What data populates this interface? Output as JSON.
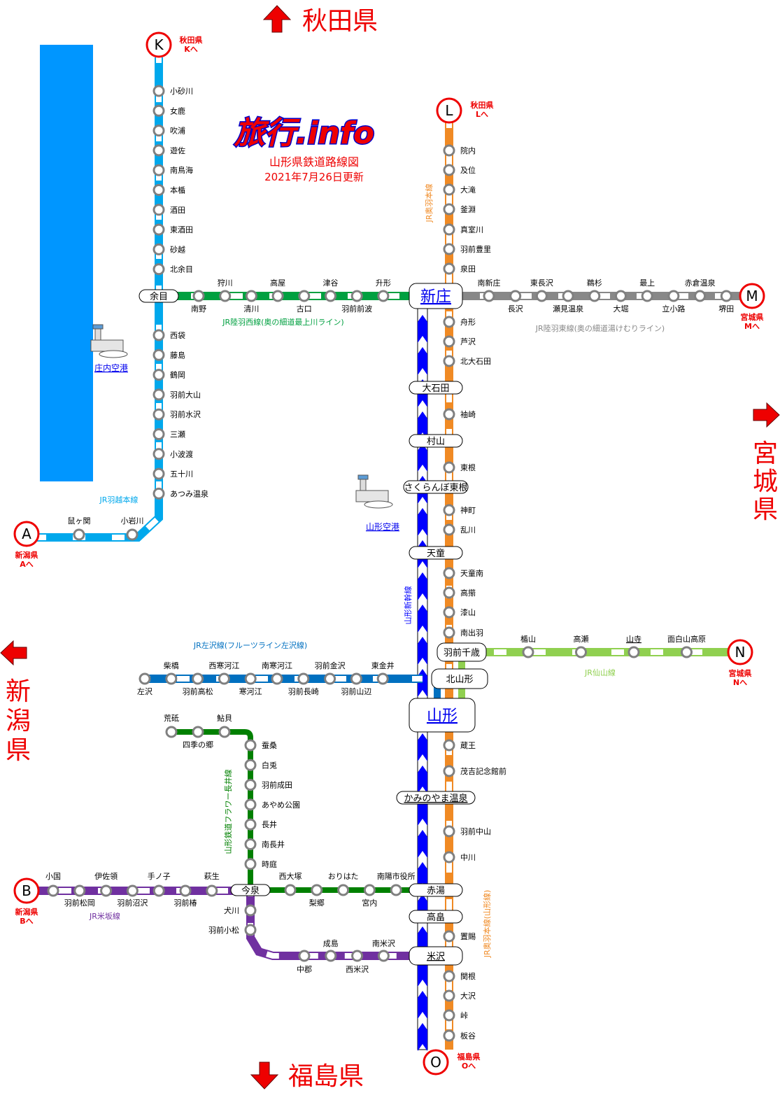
{
  "title": {
    "logo_text": "旅行.info",
    "subtitle": "山形県鉄道路線図",
    "updated": "2021年7月26日更新"
  },
  "directions": {
    "north": "秋田県",
    "east": "宮城県",
    "west": "新潟県",
    "south": "福島県"
  },
  "colors": {
    "uetsu": "#00a8ec",
    "rikuu_west": "#00a040",
    "rikuu_east": "#888888",
    "ou": "#f08a24",
    "shinkansen": "#0000ff",
    "aterazawa": "#0070c0",
    "senzan": "#90d050",
    "flower_nagai": "#008000",
    "yonesaka": "#7030a0",
    "accent_red": "#ee0000",
    "link_blue": "#0000ee",
    "sea": "#0096ff"
  },
  "exits": [
    {
      "letter": "K",
      "pref": "秋田県",
      "to": "Kへ"
    },
    {
      "letter": "L",
      "pref": "秋田県",
      "to": "Lへ"
    },
    {
      "letter": "M",
      "pref": "宮城県",
      "to": "Mへ"
    },
    {
      "letter": "N",
      "pref": "宮城県",
      "to": "Nへ"
    },
    {
      "letter": "A",
      "pref": "新潟県",
      "to": "Aへ"
    },
    {
      "letter": "B",
      "pref": "新潟県",
      "to": "Bへ"
    },
    {
      "letter": "O",
      "pref": "福島県",
      "to": "Oへ"
    }
  ],
  "hubs": {
    "amarume": "余目",
    "shinjo": "新庄",
    "oishida": "大石田",
    "murayama": "村山",
    "sakuranbo": "さくらんぼ東根",
    "tendo": "天童",
    "uzenchitose": "羽前千歳",
    "kitayamagata": "北山形",
    "yamagata": "山形",
    "kaminoyama": "かみのやま温泉",
    "akayu": "赤湯",
    "takahata": "高畠",
    "yonezawa": "米沢",
    "imaizumi": "今泉"
  },
  "airports": [
    {
      "name": "庄内空港"
    },
    {
      "name": "山形空港"
    }
  ],
  "lines": {
    "uetsu": {
      "name": "JR羽越本線",
      "north": [
        "小砂川",
        "女鹿",
        "吹浦",
        "遊佐",
        "南鳥海",
        "本楯",
        "酒田",
        "東酒田",
        "砂越",
        "北余目"
      ],
      "south": [
        "西袋",
        "藤島",
        "鶴岡",
        "羽前大山",
        "羽前水沢",
        "三瀬",
        "小波渡",
        "五十川",
        "あつみ温泉"
      ],
      "bottom": [
        "小岩川",
        "鼠ヶ関"
      ]
    },
    "rikuu_west": {
      "name": "JR陸羽西線(奥の細道最上川ライン)",
      "stations": [
        "南野",
        "狩川",
        "清川",
        "高屋",
        "古口",
        "津谷",
        "羽前前波",
        "升形"
      ]
    },
    "rikuu_east": {
      "name": "JR陸羽東線(奥の細道湯けむりライン)",
      "stations": [
        "南新庄",
        "長沢",
        "東長沢",
        "瀬見温泉",
        "鵜杉",
        "大堀",
        "最上",
        "立小路",
        "赤倉温泉",
        "堺田"
      ]
    },
    "ou": {
      "name": "JR奥羽本線",
      "name_yamagata": "JR奥羽本線(山形線)",
      "north": [
        "院内",
        "及位",
        "大滝",
        "釜淵",
        "真室川",
        "羽前豊里",
        "泉田"
      ],
      "s1": [
        "舟形",
        "芦沢",
        "北大石田"
      ],
      "s2": [
        "袖崎"
      ],
      "s3": [
        "東根"
      ],
      "s4": [
        "神町",
        "乱川"
      ],
      "s5": [
        "天童南",
        "高擶",
        "漆山",
        "南出羽"
      ],
      "s6": [
        "蔵王",
        "茂吉記念館前"
      ],
      "s7": [
        "羽前中山",
        "中川"
      ],
      "s8": [
        "置賜"
      ],
      "s9": [
        "関根",
        "大沢",
        "峠",
        "板谷"
      ]
    },
    "shinkansen": {
      "name": "山形新幹線"
    },
    "aterazawa": {
      "name": "JR左沢線(フルーツライン左沢線)",
      "stations": [
        "左沢",
        "柴橋",
        "羽前高松",
        "西寒河江",
        "寒河江",
        "南寒河江",
        "羽前長崎",
        "羽前金沢",
        "羽前山辺",
        "東金井"
      ]
    },
    "senzan": {
      "name": "JR仙山線",
      "stations": [
        "楯山",
        "高瀬",
        "山寺",
        "面白山高原"
      ]
    },
    "flower_nagai": {
      "name": "山形鉄道フラワー長井線",
      "top": [
        "荒砥",
        "四季の郷",
        "鮎貝"
      ],
      "vertical": [
        "蚕桑",
        "白兎",
        "羽前成田",
        "あやめ公園",
        "長井",
        "南長井",
        "時庭"
      ],
      "east": [
        "西大塚",
        "梨郷",
        "おりはた",
        "宮内",
        "南陽市役所"
      ]
    },
    "yonesaka": {
      "name": "JR米坂線",
      "west": [
        "小国",
        "羽前松岡",
        "伊佐領",
        "羽前沼沢",
        "手ノ子",
        "羽前椿",
        "萩生"
      ],
      "south": [
        "犬川",
        "羽前小松"
      ],
      "east": [
        "中郡",
        "成島",
        "西米沢",
        "南米沢"
      ]
    }
  }
}
